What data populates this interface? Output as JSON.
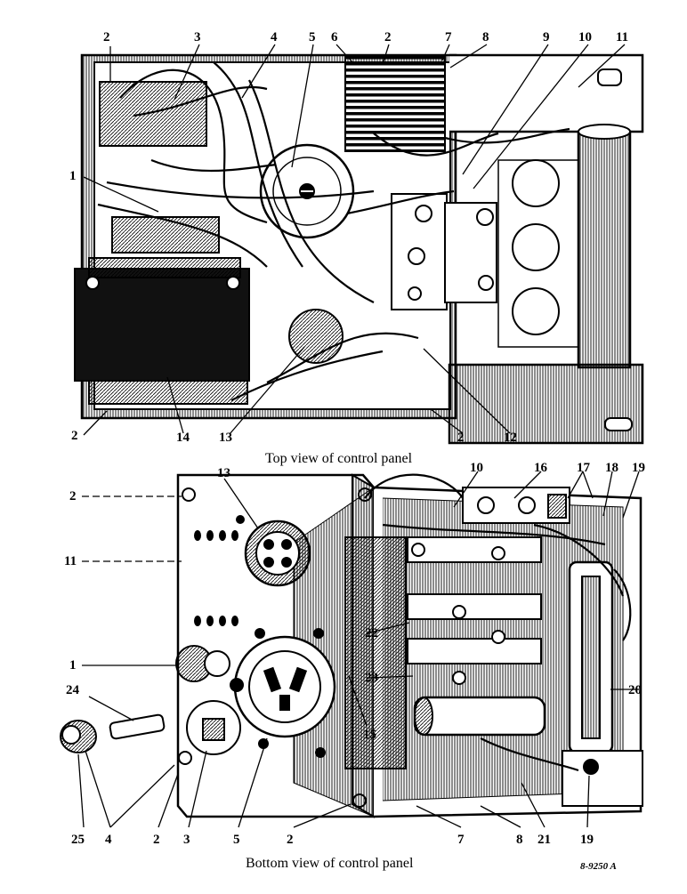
{
  "top_view": {
    "caption": "Top view of control panel",
    "callouts": [
      "2",
      "3",
      "4",
      "5",
      "6",
      "2",
      "7",
      "8",
      "9",
      "10",
      "11",
      "1",
      "2",
      "14",
      "13",
      "2",
      "12"
    ]
  },
  "bottom_view": {
    "caption": "Bottom view of control panel",
    "callouts": [
      "2",
      "13",
      "10",
      "16",
      "17",
      "18",
      "19",
      "11",
      "1",
      "24",
      "22",
      "23",
      "15",
      "20",
      "25",
      "4",
      "2",
      "3",
      "5",
      "2",
      "7",
      "8",
      "21",
      "19"
    ]
  },
  "drawing_number": "8-9250 A"
}
